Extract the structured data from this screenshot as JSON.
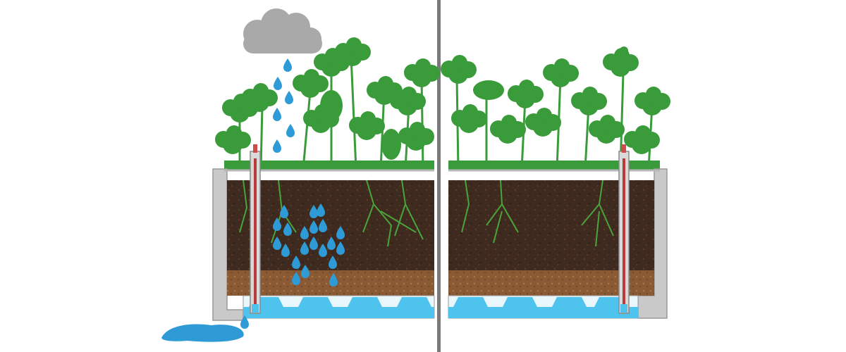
{
  "diagram": {
    "panels": [
      {
        "id": "left",
        "weather": "rain",
        "water_flow": "overflow-drain",
        "parts": [
          "rain-cloud-icon",
          "raindrops",
          "plants",
          "soil-layer",
          "drainage-layer",
          "water-reservoir",
          "water-level-indicator",
          "overflow-puddle"
        ]
      },
      {
        "id": "right",
        "weather": "none",
        "water_flow": "capillary-rise",
        "parts": [
          "plants",
          "soil-layer",
          "drainage-layer",
          "water-reservoir",
          "water-level-indicator"
        ]
      }
    ],
    "colors": {
      "cloud": "#a9a9a9",
      "water_drop": "#2e9bd6",
      "reservoir": "#4ec3ee",
      "plant": "#3a9b3a",
      "soil": "#3e2a1e",
      "drainage": "#8a5a34",
      "planter_wall": "#c9c9c9",
      "divider": "#7a7a7a"
    }
  }
}
